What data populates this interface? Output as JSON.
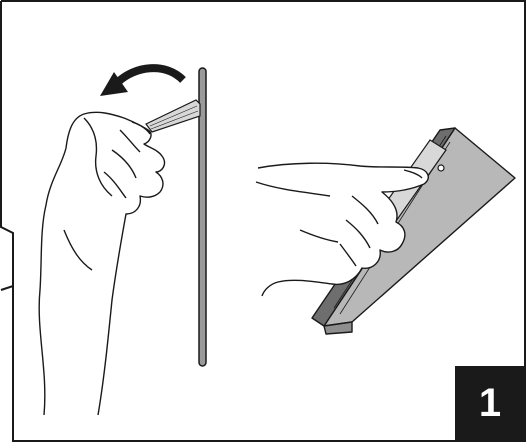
{
  "step": {
    "number": "1"
  },
  "colors": {
    "line": "#1a1a1a",
    "panel_fill": "#b8b8b8",
    "panel_dark": "#6e6e6e",
    "strip_fill": "#d8d8d8",
    "badge_bg": "#1a1a1a",
    "badge_text": "#ffffff"
  },
  "illustration": {
    "left_scene": "hand-peeling-strip-from-edge",
    "right_scene": "finger-pressing-strip-onto-panel",
    "icons": [
      "curved-arrow-icon"
    ]
  }
}
